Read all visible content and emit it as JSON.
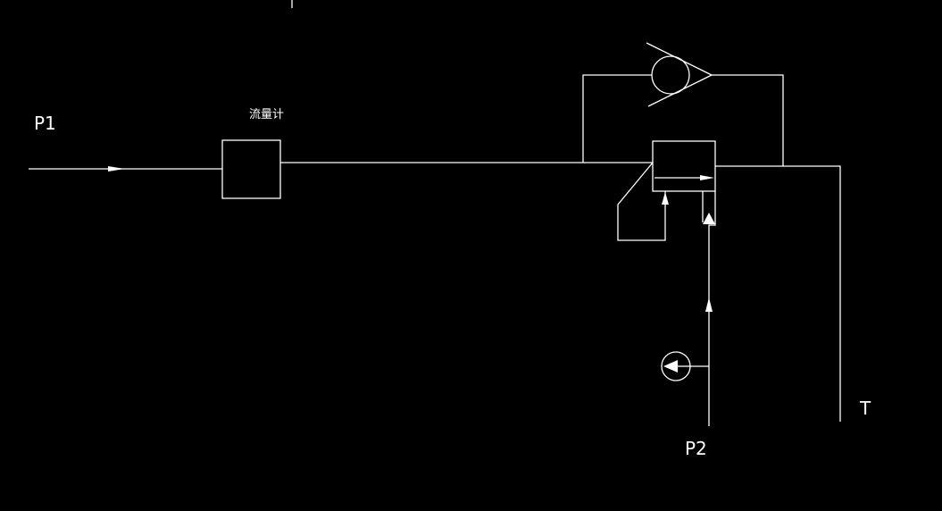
{
  "diagram": {
    "background_color": "#000000",
    "line_color": "#ffffff",
    "labels": {
      "p1": "P1",
      "flowmeter": "流量计",
      "p2": "P2",
      "t": "T"
    }
  }
}
